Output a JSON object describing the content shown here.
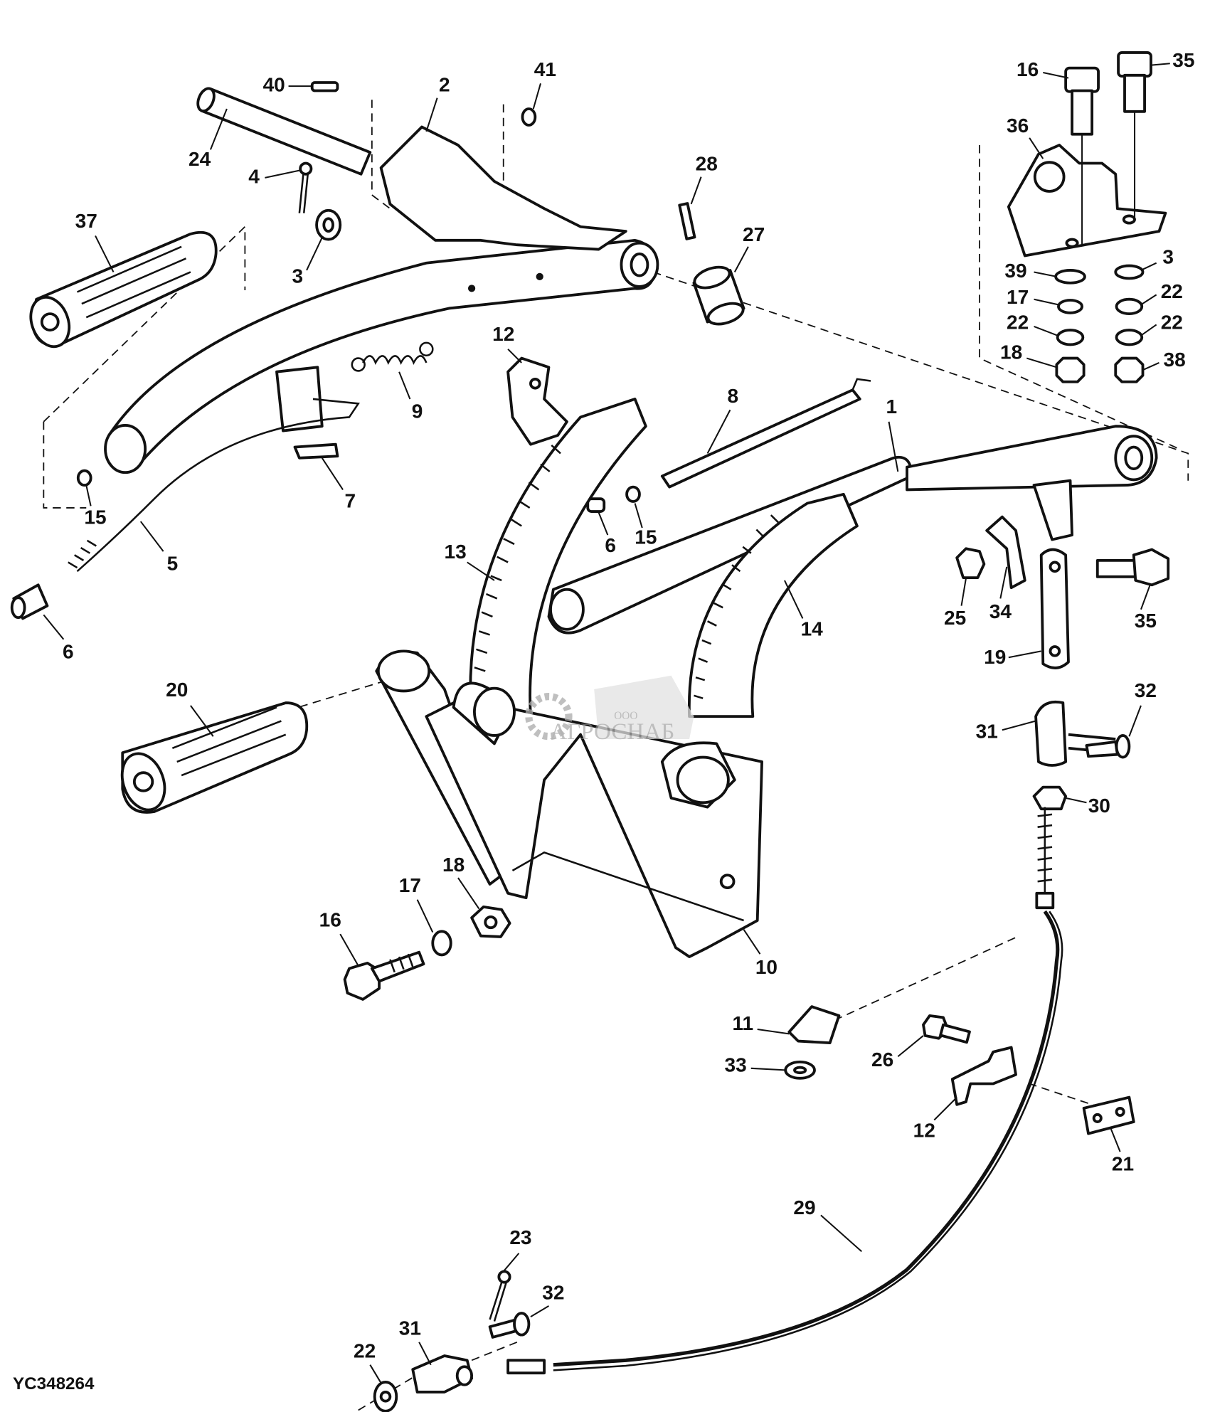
{
  "diagram": {
    "figure_code": "YC348264",
    "watermark": {
      "company_form": "ООО",
      "brand": "АГРОСНАБ"
    },
    "callouts": [
      {
        "id": "c40",
        "text": "40"
      },
      {
        "id": "c2",
        "text": "2"
      },
      {
        "id": "c41",
        "text": "41"
      },
      {
        "id": "c24",
        "text": "24"
      },
      {
        "id": "c4",
        "text": "4"
      },
      {
        "id": "c3a",
        "text": "3"
      },
      {
        "id": "c37",
        "text": "37"
      },
      {
        "id": "c28",
        "text": "28"
      },
      {
        "id": "c27",
        "text": "27"
      },
      {
        "id": "c16a",
        "text": "16"
      },
      {
        "id": "c35a",
        "text": "35"
      },
      {
        "id": "c36",
        "text": "36"
      },
      {
        "id": "c39",
        "text": "39"
      },
      {
        "id": "c3b",
        "text": "3"
      },
      {
        "id": "c17a",
        "text": "17"
      },
      {
        "id": "c22a",
        "text": "22"
      },
      {
        "id": "c22b",
        "text": "22"
      },
      {
        "id": "c22c",
        "text": "22"
      },
      {
        "id": "c18a",
        "text": "18"
      },
      {
        "id": "c38",
        "text": "38"
      },
      {
        "id": "c12a",
        "text": "12"
      },
      {
        "id": "c9",
        "text": "9"
      },
      {
        "id": "c8",
        "text": "8"
      },
      {
        "id": "c1",
        "text": "1"
      },
      {
        "id": "c7",
        "text": "7"
      },
      {
        "id": "c15a",
        "text": "15"
      },
      {
        "id": "c5",
        "text": "5"
      },
      {
        "id": "c6a",
        "text": "6"
      },
      {
        "id": "c13",
        "text": "13"
      },
      {
        "id": "c6b",
        "text": "6"
      },
      {
        "id": "c15b",
        "text": "15"
      },
      {
        "id": "c14",
        "text": "14"
      },
      {
        "id": "c25",
        "text": "25"
      },
      {
        "id": "c34",
        "text": "34"
      },
      {
        "id": "c35b",
        "text": "35"
      },
      {
        "id": "c19",
        "text": "19"
      },
      {
        "id": "c20",
        "text": "20"
      },
      {
        "id": "c32a",
        "text": "32"
      },
      {
        "id": "c31a",
        "text": "31"
      },
      {
        "id": "c30",
        "text": "30"
      },
      {
        "id": "c18b",
        "text": "18"
      },
      {
        "id": "c17b",
        "text": "17"
      },
      {
        "id": "c16b",
        "text": "16"
      },
      {
        "id": "c10",
        "text": "10"
      },
      {
        "id": "c11",
        "text": "11"
      },
      {
        "id": "c33",
        "text": "33"
      },
      {
        "id": "c26",
        "text": "26"
      },
      {
        "id": "c12b",
        "text": "12"
      },
      {
        "id": "c21",
        "text": "21"
      },
      {
        "id": "c29",
        "text": "29"
      },
      {
        "id": "c23",
        "text": "23"
      },
      {
        "id": "c32b",
        "text": "32"
      },
      {
        "id": "c31b",
        "text": "31"
      },
      {
        "id": "c22d",
        "text": "22"
      }
    ]
  }
}
